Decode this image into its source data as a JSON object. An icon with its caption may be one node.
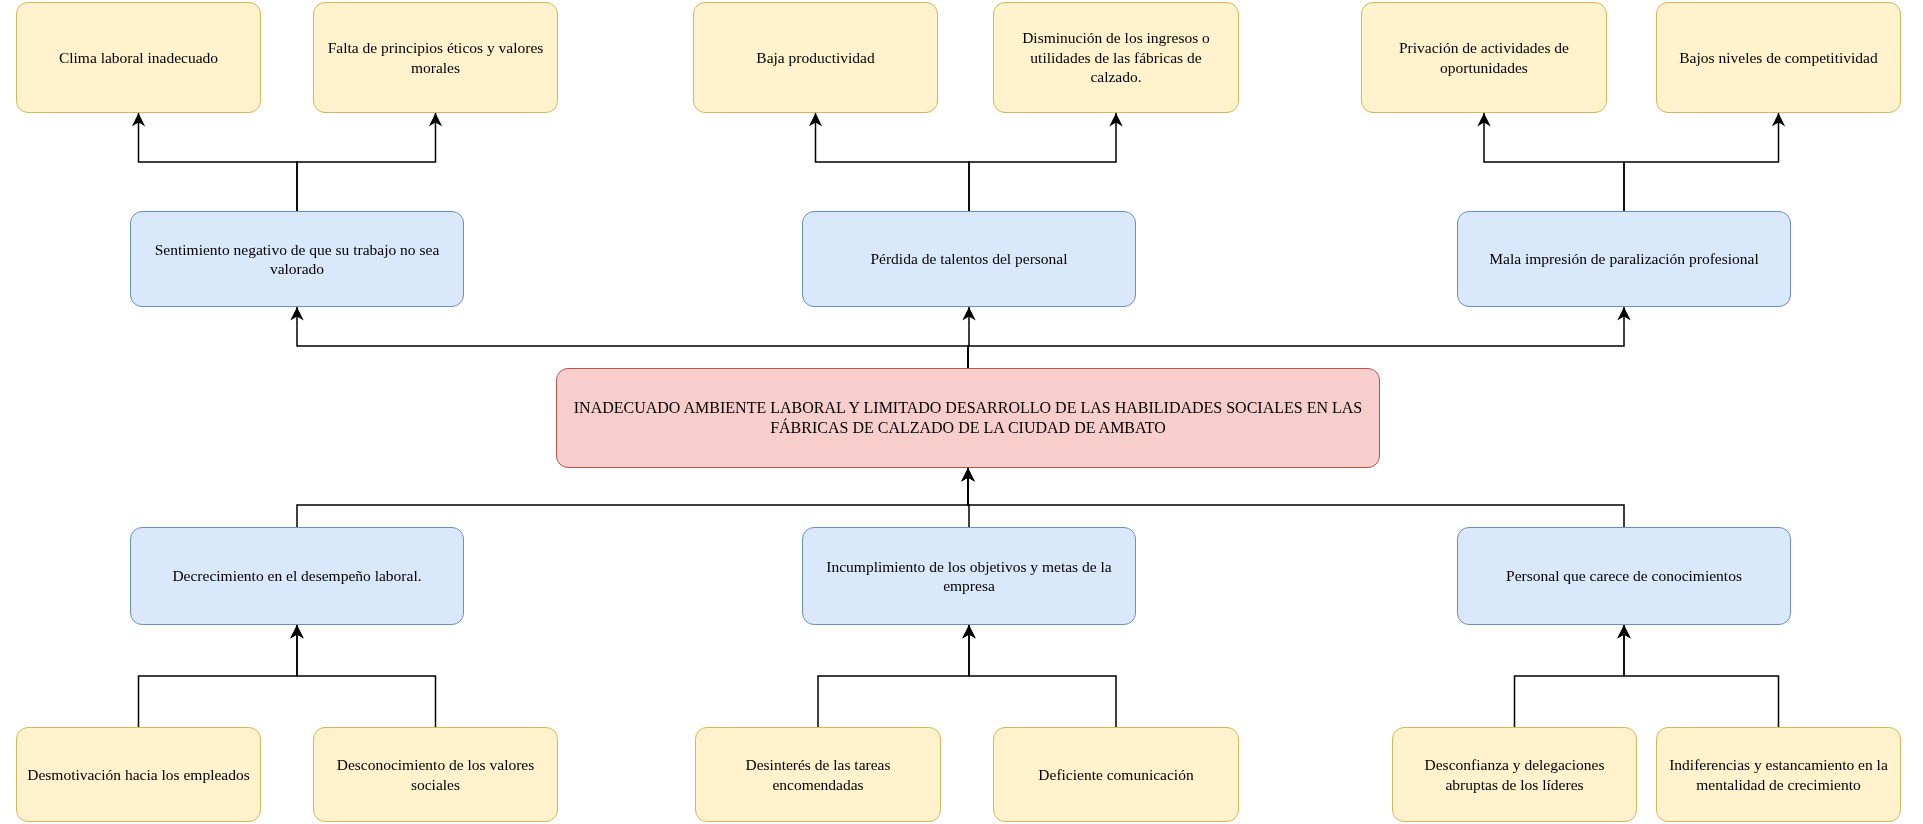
{
  "diagram": {
    "nodes": [
      {
        "text": [
          "Clima laboral inadecuado"
        ]
      },
      {
        "text": [
          "Falta de principios éticos y valores morales"
        ]
      },
      {
        "text": [
          "Baja productividad"
        ]
      },
      {
        "text": [
          "Disminución de los ingresos o utilidades de las fábricas de calzado."
        ]
      },
      {
        "text": [
          "Privación de actividades de oportunidades"
        ]
      },
      {
        "text": [
          "Bajos niveles de competitividad"
        ]
      },
      {
        "text": [
          "Sentimiento negativo de que su trabajo no sea valorado"
        ]
      },
      {
        "text": [
          "Pérdida de talentos del personal"
        ]
      },
      {
        "text": [
          "Mala impresión de paralización profesional"
        ]
      },
      {
        "text": [
          "INADECUADO AMBIENTE LABORAL Y LIMITADO DESARROLLO DE LAS HABILIDADES SOCIALES  EN LAS FÁBRICAS DE CALZADO DE LA CIUDAD DE AMBATO"
        ]
      },
      {
        "text": [
          "Decrecimiento en el desempeño laboral."
        ]
      },
      {
        "text": [
          "Incumplimiento de los objetivos y metas de la empresa"
        ]
      },
      {
        "text": [
          "Personal que carece de conocimientos"
        ]
      },
      {
        "text": [
          "Desmotivación hacia los empleados"
        ]
      },
      {
        "text": [
          "Desconocimiento de los valores sociales"
        ]
      },
      {
        "text": [
          "Desinterés de las tareas encomendadas"
        ]
      },
      {
        "text": [
          "Deficiente comunicación"
        ]
      },
      {
        "text": [
          "Desconfianza y delegaciones abruptas de los líderes"
        ]
      },
      {
        "text": [
          "Indiferencias y estancamiento en la mentalidad de crecimiento"
        ]
      }
    ],
    "edges": [
      {
        "from": 6,
        "to": 0,
        "arrow": "to"
      },
      {
        "from": 6,
        "to": 1,
        "arrow": "to"
      },
      {
        "from": 7,
        "to": 2,
        "arrow": "to"
      },
      {
        "from": 7,
        "to": 3,
        "arrow": "to"
      },
      {
        "from": 8,
        "to": 4,
        "arrow": "to"
      },
      {
        "from": 8,
        "to": 5,
        "arrow": "to"
      },
      {
        "from": 9,
        "to": 6,
        "arrow": "to"
      },
      {
        "from": 9,
        "to": 7,
        "arrow": "to"
      },
      {
        "from": 9,
        "to": 8,
        "arrow": "to"
      },
      {
        "from": 10,
        "to": 9,
        "arrow": "to"
      },
      {
        "from": 11,
        "to": 9,
        "arrow": "to"
      },
      {
        "from": 12,
        "to": 9,
        "arrow": "to"
      },
      {
        "from": 13,
        "to": 10,
        "arrow": "to"
      },
      {
        "from": 14,
        "to": 10,
        "arrow": "to"
      },
      {
        "from": 15,
        "to": 11,
        "arrow": "to"
      },
      {
        "from": 16,
        "to": 11,
        "arrow": "to"
      },
      {
        "from": 17,
        "to": 12,
        "arrow": "to"
      },
      {
        "from": 18,
        "to": 12,
        "arrow": "to"
      }
    ]
  }
}
